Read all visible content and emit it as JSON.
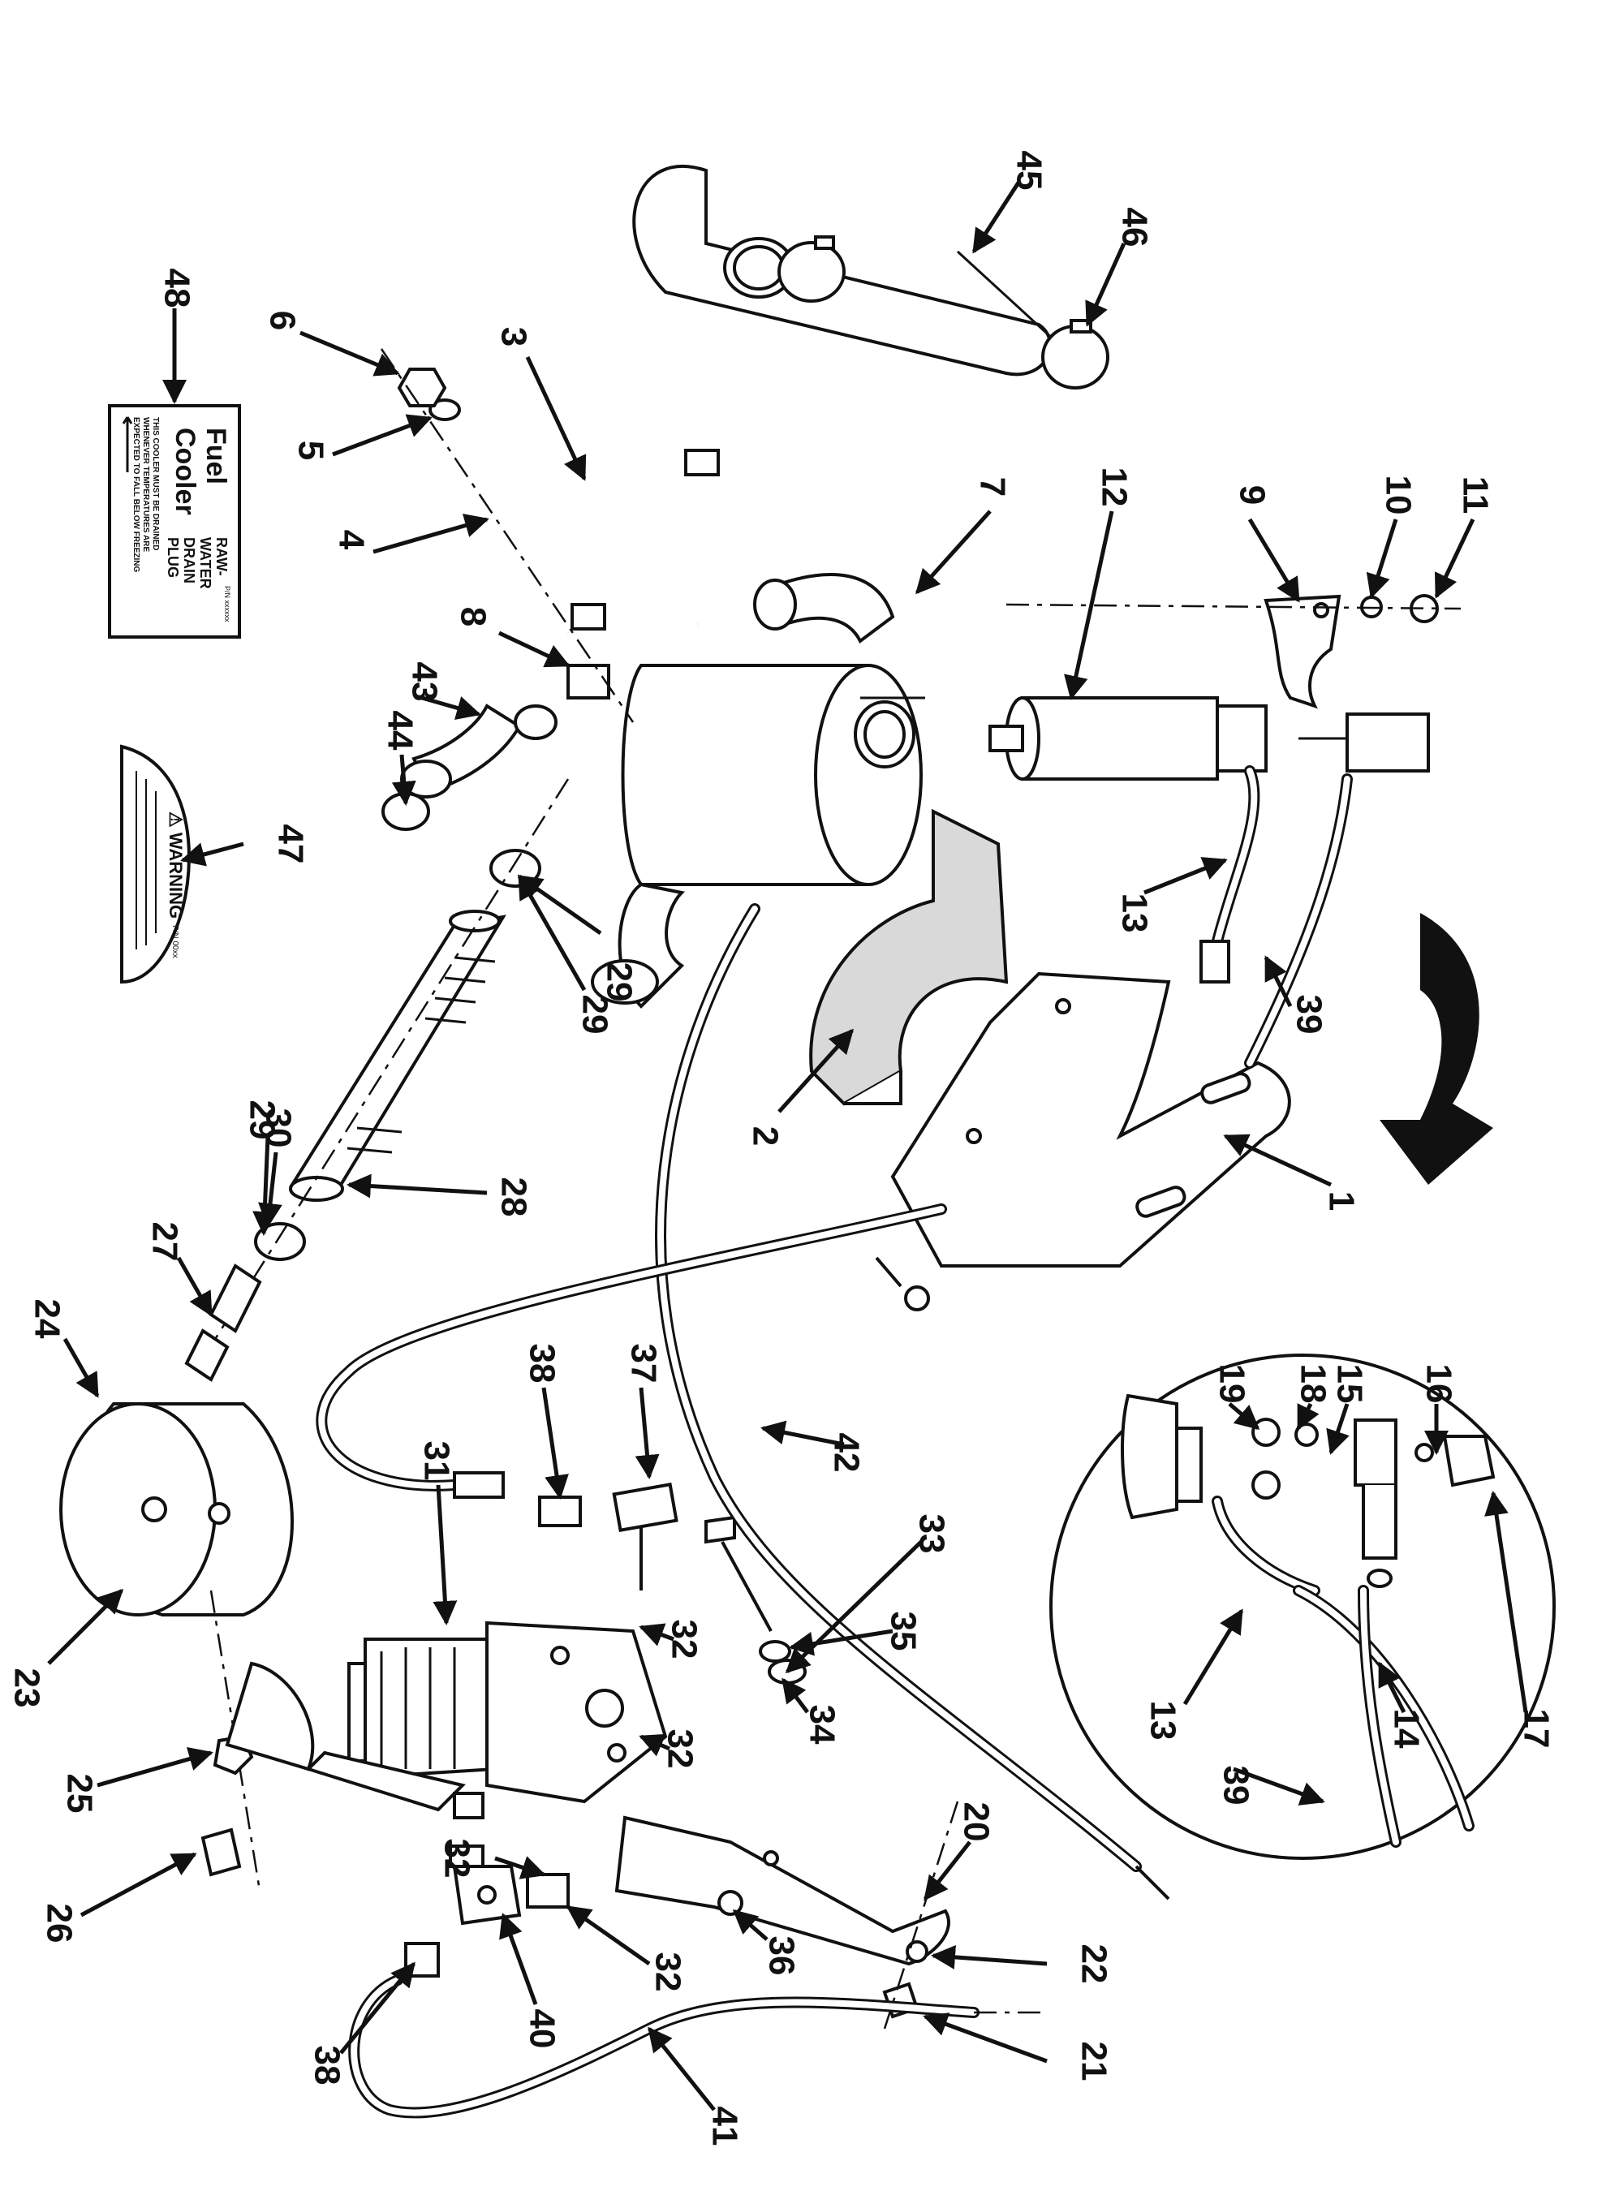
{
  "callouts": [
    "1",
    "2",
    "3",
    "4",
    "5",
    "6",
    "7",
    "8",
    "9",
    "10",
    "11",
    "12",
    "13",
    "14",
    "15",
    "16",
    "17",
    "18",
    "19",
    "20",
    "21",
    "22",
    "23",
    "24",
    "25",
    "26",
    "27",
    "28",
    "29",
    "30",
    "31",
    "32",
    "33",
    "34",
    "35",
    "36",
    "37",
    "38",
    "39",
    "40",
    "41",
    "42",
    "43",
    "44",
    "45",
    "46",
    "47",
    "48"
  ],
  "decal_48": {
    "title_line1": "Fuel",
    "title_line2": "Cooler",
    "side_line1": "RAW-",
    "side_line2": "WATER",
    "side_line3": "DRAIN",
    "side_line4": "PLUG",
    "note_line1": "THIS COOLER MUST BE DRAINED",
    "note_line2": "WHENEVER TEMPERATURES ARE",
    "note_line3": "EXPECTED TO FALL BELOW FREEZING",
    "part_number": "P/N xxxxxx"
  },
  "decal_47": {
    "heading": "⚠ WARNING",
    "part_number": "P/N 00xx"
  }
}
